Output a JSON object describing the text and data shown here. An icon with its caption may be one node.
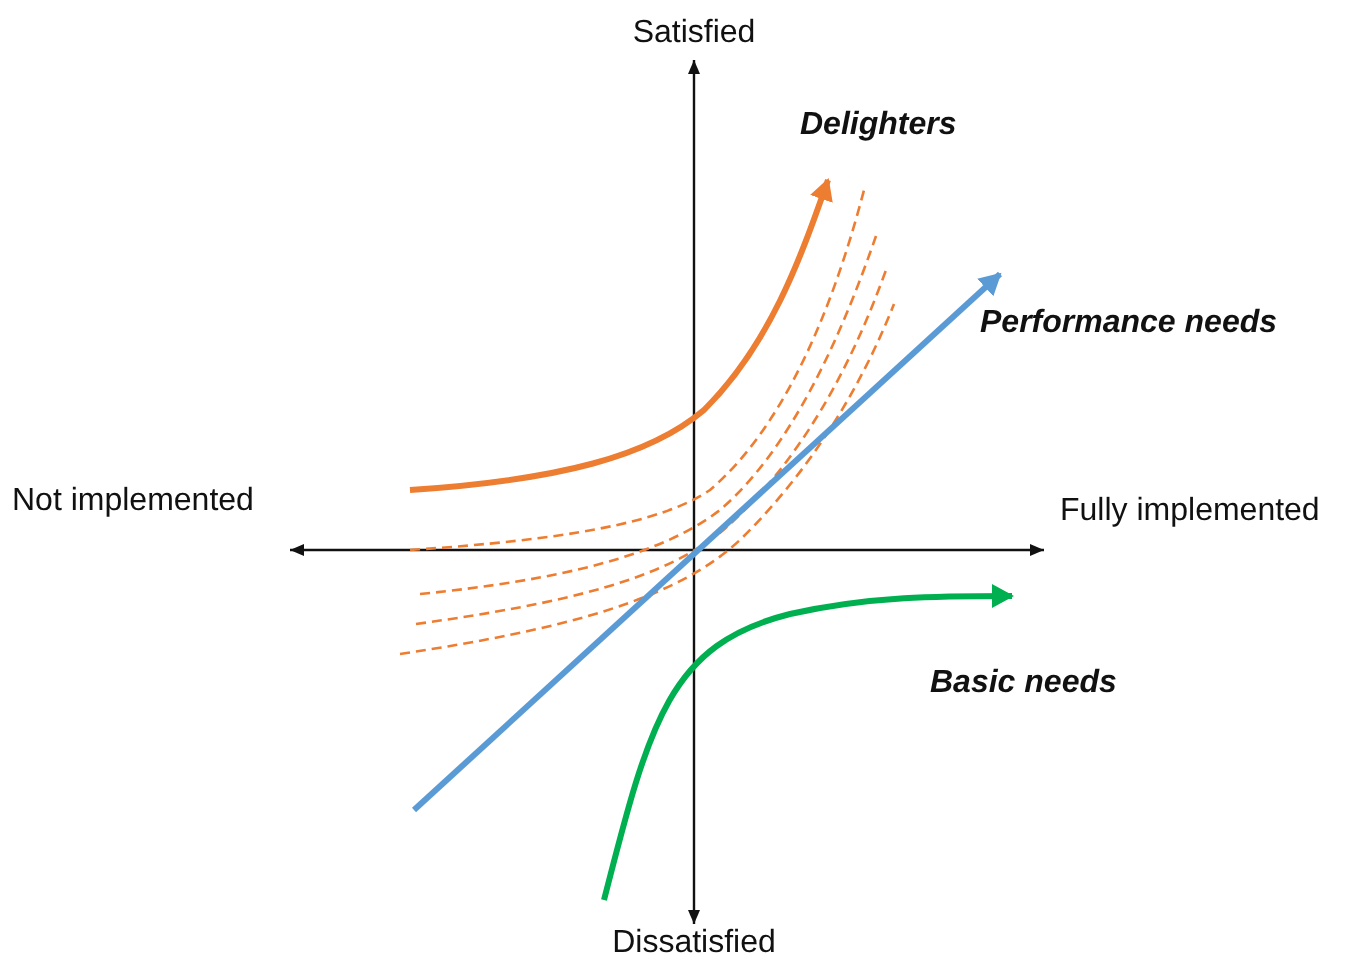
{
  "diagram": {
    "labels": [
      "Satisfied",
      "Not implemented",
      "Fully implemented",
      "Delighters",
      "Performance needs",
      "Basic needs",
      "Dissatisfied"
    ]
  }
}
